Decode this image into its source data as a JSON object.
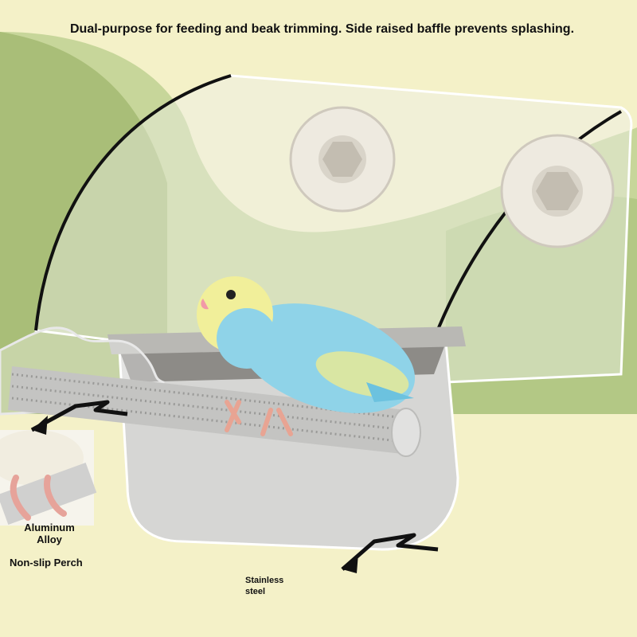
{
  "headline": "Dual-purpose for feeding and beak trimming. Side raised baffle prevents splashing.",
  "labels": {
    "aluminum_alloy": "Aluminum\nAlloy",
    "perch": "Non-slip Perch",
    "stainless_steel": "Stainless\nsteel"
  },
  "colors": {
    "background": "#f4f1c8",
    "green_shape": "#c7d69a",
    "dark_green_shape": "#a9be78",
    "bowl": "#d6d6d4",
    "bird_body": "#8fd3e8",
    "bird_head": "#f1ef9a",
    "text": "#111111"
  }
}
